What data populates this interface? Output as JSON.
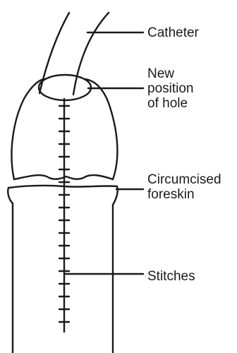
{
  "labels": {
    "catheter": "Catheter",
    "new_hole": [
      "New",
      "position",
      "of hole"
    ],
    "foreskin": [
      "Circumcised",
      "foreskin"
    ],
    "stitches": "Stitches"
  },
  "colors": {
    "stroke": "#1a1a1a",
    "background": "#ffffff"
  }
}
